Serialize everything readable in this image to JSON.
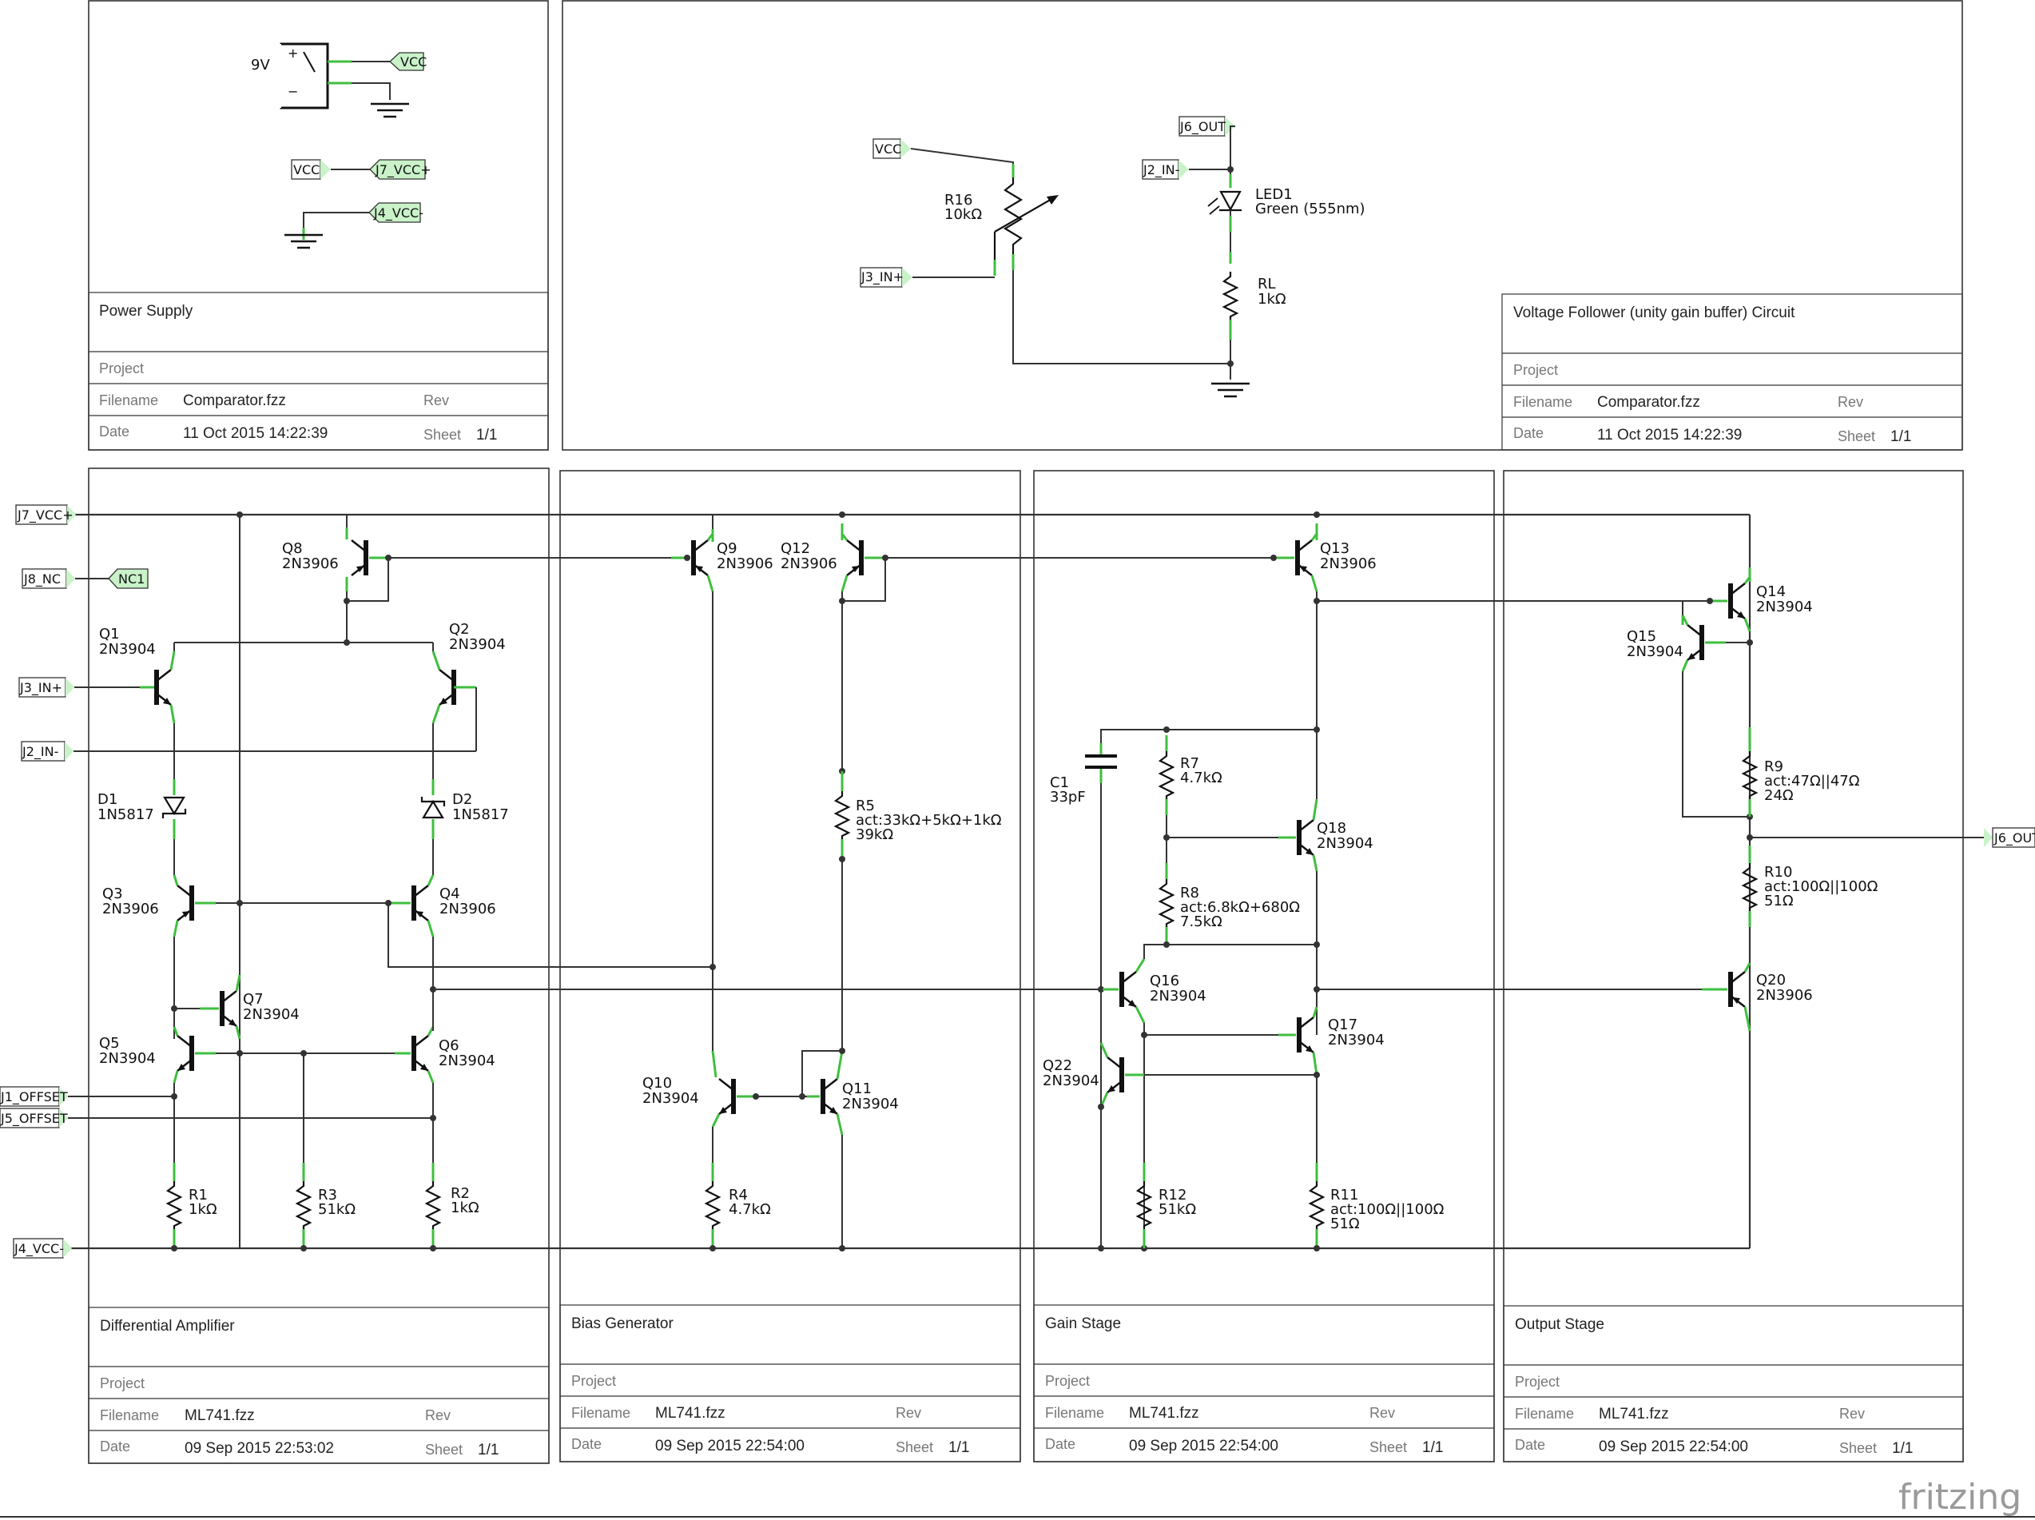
{
  "sheets": [
    {
      "id": "power",
      "title": "Power Supply",
      "project_label": "Project",
      "filename_label": "Filename",
      "filename": "Comparator.fzz",
      "rev_label": "Rev",
      "date_label": "Date",
      "date": "11 Oct 2015 14:22:39",
      "sheet_label": "Sheet",
      "sheet": "1/1"
    },
    {
      "id": "follower",
      "title": "Voltage Follower (unity gain buffer) Circuit",
      "project_label": "Project",
      "filename_label": "Filename",
      "filename": "Comparator.fzz",
      "rev_label": "Rev",
      "date_label": "Date",
      "date": "11 Oct 2015 14:22:39",
      "sheet_label": "Sheet",
      "sheet": "1/1"
    },
    {
      "id": "diffamp",
      "title": "Differential Amplifier",
      "project_label": "Project",
      "filename_label": "Filename",
      "filename": "ML741.fzz",
      "rev_label": "Rev",
      "date_label": "Date",
      "date": "09 Sep 2015 22:53:02",
      "sheet_label": "Sheet",
      "sheet": "1/1"
    },
    {
      "id": "bias",
      "title": "Bias Generator",
      "project_label": "Project",
      "filename_label": "Filename",
      "filename": "ML741.fzz",
      "rev_label": "Rev",
      "date_label": "Date",
      "date": "09 Sep 2015 22:54:00",
      "sheet_label": "Sheet",
      "sheet": "1/1"
    },
    {
      "id": "gain",
      "title": "Gain Stage",
      "project_label": "Project",
      "filename_label": "Filename",
      "filename": "ML741.fzz",
      "rev_label": "Rev",
      "date_label": "Date",
      "date": "09 Sep 2015 22:54:00",
      "sheet_label": "Sheet",
      "sheet": "1/1"
    },
    {
      "id": "output",
      "title": "Output Stage",
      "project_label": "Project",
      "filename_label": "Filename",
      "filename": "ML741.fzz",
      "rev_label": "Rev",
      "date_label": "Date",
      "date": "09 Sep 2015 22:54:00",
      "sheet_label": "Sheet",
      "sheet": "1/1"
    }
  ],
  "nets": {
    "j7_vcc_plus": "J7_VCC+",
    "j8_nc": "J8_NC",
    "nc1": "NC1",
    "j3_in_plus": "J3_IN+",
    "j2_in_minus": "J2_IN-",
    "j1_offset": "J1_OFFSET",
    "j5_offset": "J5_OFFSET",
    "j4_vcc_minus": "J4_VCC-",
    "j6_out": "J6_OUT",
    "vcc": "VCC",
    "j7_vcc": "J7_VCC+",
    "j4_vcc": "J4_VCC-",
    "j3_in": "J3_IN+",
    "j2_in": "J2_IN-"
  },
  "components": {
    "battery": "9V",
    "r16": {
      "name": "R16",
      "value": "10kΩ"
    },
    "led1": {
      "name": "LED1",
      "value": "Green (555nm)"
    },
    "rl": {
      "name": "RL",
      "value": "1kΩ"
    },
    "q1": {
      "name": "Q1",
      "value": "2N3904"
    },
    "q2": {
      "name": "Q2",
      "value": "2N3904"
    },
    "q3": {
      "name": "Q3",
      "value": "2N3906"
    },
    "q4": {
      "name": "Q4",
      "value": "2N3906"
    },
    "q5": {
      "name": "Q5",
      "value": "2N3904"
    },
    "q6": {
      "name": "Q6",
      "value": "2N3904"
    },
    "q7": {
      "name": "Q7",
      "value": "2N3904"
    },
    "q8": {
      "name": "Q8",
      "value": "2N3906"
    },
    "q9": {
      "name": "Q9",
      "value": "2N3906"
    },
    "q10": {
      "name": "Q10",
      "value": "2N3904"
    },
    "q11": {
      "name": "Q11",
      "value": "2N3904"
    },
    "q12": {
      "name": "Q12",
      "value": "2N3906"
    },
    "q13": {
      "name": "Q13",
      "value": "2N3906"
    },
    "q14": {
      "name": "Q14",
      "value": "2N3904"
    },
    "q15": {
      "name": "Q15",
      "value": "2N3904"
    },
    "q16": {
      "name": "Q16",
      "value": "2N3904"
    },
    "q17": {
      "name": "Q17",
      "value": "2N3904"
    },
    "q18": {
      "name": "Q18",
      "value": "2N3904"
    },
    "q20": {
      "name": "Q20",
      "value": "2N3906"
    },
    "q22": {
      "name": "Q22",
      "value": "2N3904"
    },
    "d1": {
      "name": "D1",
      "value": "1N5817"
    },
    "d2": {
      "name": "D2",
      "value": "1N5817"
    },
    "r1": {
      "name": "R1",
      "value": "1kΩ"
    },
    "r2": {
      "name": "R2",
      "value": "1kΩ"
    },
    "r3": {
      "name": "R3",
      "value": "51kΩ"
    },
    "r4": {
      "name": "R4",
      "value": "4.7kΩ"
    },
    "r5": {
      "name": "R5",
      "act": "act:33kΩ+5kΩ+1kΩ",
      "value": "39kΩ"
    },
    "r7": {
      "name": "R7",
      "value": "4.7kΩ"
    },
    "r8": {
      "name": "R8",
      "act": "act:6.8kΩ+680Ω",
      "value": "7.5kΩ"
    },
    "r9": {
      "name": "R9",
      "act": "act:47Ω||47Ω",
      "value": "24Ω"
    },
    "r10": {
      "name": "R10",
      "act": "act:100Ω||100Ω",
      "value": "51Ω"
    },
    "r11": {
      "name": "R11",
      "act": "act:100Ω||100Ω",
      "value": "51Ω"
    },
    "r12": {
      "name": "R12",
      "value": "51kΩ"
    },
    "c1": {
      "name": "C1",
      "value": "33pF"
    }
  },
  "branding": "fritzing",
  "colors": {
    "wire": "#333333",
    "pin": "#3fbf3f",
    "label_fill": "#c9f2c9",
    "background": "#ffffff"
  }
}
